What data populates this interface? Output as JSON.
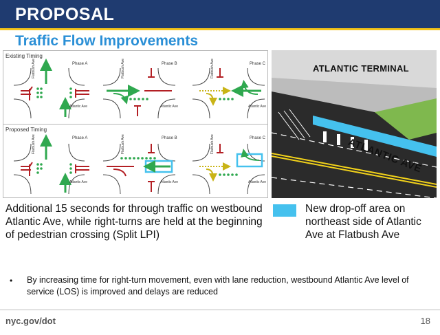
{
  "header": {
    "title": "PROPOSAL"
  },
  "subtitle": "Traffic Flow Improvements",
  "diagram": {
    "existing_label": "Existing Timing",
    "proposed_label": "Proposed Timing",
    "phases": [
      "Phase A",
      "Phase B",
      "Phase C"
    ],
    "street_ns": "Flatbush Ave",
    "street_ew": "Atlantic Ave"
  },
  "aerial": {
    "terminal_label": "ATLANTIC TERMINAL",
    "street_label": "ATLANTIC AVE"
  },
  "captions": {
    "left": "Additional 15 seconds for through traffic on westbound Atlantic Ave, while right-turns are held at the beginning of pedestrian crossing (Split LPI)",
    "right": "New drop-off area on northeast side of Atlantic Ave at Flatbush Ave"
  },
  "bullet": "By increasing time for right-turn movement, even with lane reduction, westbound Atlantic Ave level of service (LOS) is improved and delays are reduced",
  "footer": {
    "source": "nyc.gov/dot",
    "page": "18"
  },
  "colors": {
    "header_bg": "#1f3b70",
    "accent_blue": "#2a8fd6",
    "dropoff": "#45c1ee",
    "green": "#2fa84f",
    "red": "#b31f24",
    "yellow": "#c9b417"
  }
}
